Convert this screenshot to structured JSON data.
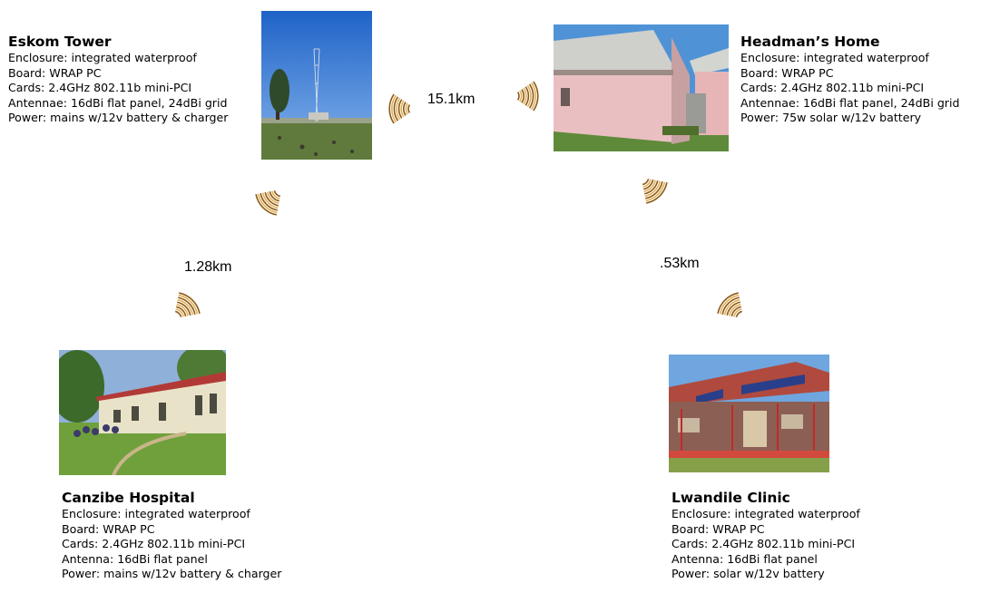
{
  "sites": {
    "eskom": {
      "name": "Eskom Tower",
      "specs": [
        "Enclosure: integrated waterproof",
        "Board: WRAP PC",
        "Cards: 2.4GHz 802.11b mini-PCI",
        "Antennae: 16dBi flat panel, 24dBi grid",
        "Power: mains w/12v battery & charger"
      ]
    },
    "headman": {
      "name": "Headman’s Home",
      "specs": [
        "Enclosure: integrated waterproof",
        "Board: WRAP PC",
        "Cards: 2.4GHz 802.11b mini-PCI",
        "Antennae: 16dBi flat panel, 24dBi grid",
        "Power: 75w solar w/12v battery"
      ]
    },
    "canzibe": {
      "name": "Canzibe Hospital",
      "specs": [
        "Enclosure: integrated waterproof",
        "Board: WRAP PC",
        "Cards: 2.4GHz 802.11b mini-PCI",
        "Antenna: 16dBi flat panel",
        "Power: mains w/12v battery & charger"
      ]
    },
    "lwandile": {
      "name": "Lwandile Clinic",
      "specs": [
        "Enclosure: integrated waterproof",
        "Board: WRAP PC",
        "Cards: 2.4GHz 802.11b mini-PCI",
        "Antenna: 16dBi flat panel",
        "Power: solar w/12v battery"
      ]
    }
  },
  "links": {
    "eskom_headman": "15.1km",
    "eskom_canzibe": "1.28km",
    "headman_lwandile": ".53km"
  },
  "colors": {
    "wave_dark": "#8a5a1a",
    "wave_light": "#e3b055"
  }
}
